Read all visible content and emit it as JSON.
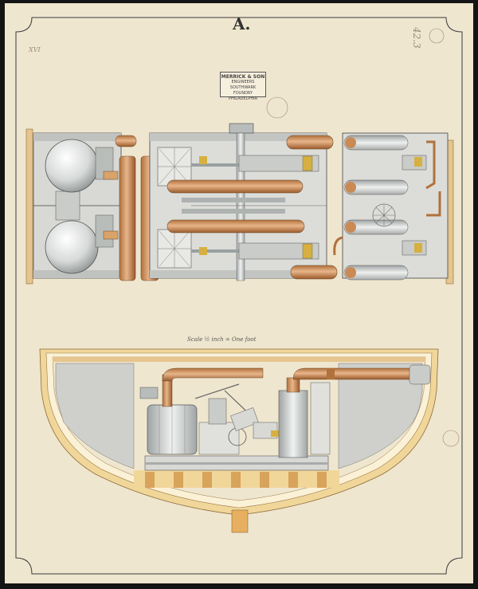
{
  "sheet": {
    "letter": "A.",
    "stamp": [
      "MERRICK & SON",
      "ENGINEERS",
      "SOUTHWARK FOUNDRY",
      "PHILADELPHIA"
    ],
    "scale_note": "Scale ½ inch = One foot",
    "corner_note": "42.3",
    "left_mark": "XVI"
  },
  "colors": {
    "paper": "#efe6cf",
    "copper": "#c98a55",
    "copper_dark": "#9a5a2a",
    "steel": "#c9ccc8",
    "wood": "#e6c58e",
    "ink": "#3a3a3a"
  }
}
